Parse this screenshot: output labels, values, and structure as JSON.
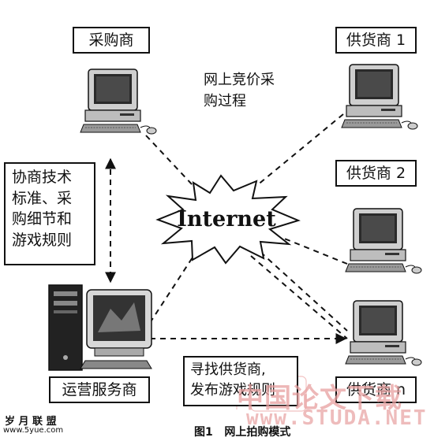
{
  "nodes": {
    "buyer": "采购商",
    "supplier1": "供货商 1",
    "supplier2": "供货商 2",
    "suppliern": "供货商 n",
    "operator": "运营服务商",
    "internet": "Internet"
  },
  "labels": {
    "auction_line1": "网上竞价采",
    "auction_line2": "购过程",
    "negotiate": [
      "协商技术",
      "标准、采",
      "购细节和",
      "游戏规则"
    ],
    "find": [
      "寻找供货商,",
      "发布游戏规则"
    ]
  },
  "caption": "图1   网上拍购模式",
  "watermarks": {
    "site_top": "岁 月 联 盟",
    "site_bottom": "www.5yue.com",
    "brand": "中国论文下载",
    "url": "www.STUDA.",
    "url_tail": "NET"
  },
  "colors": {
    "line": "#111111",
    "watermark_red": "#e8a0a0"
  }
}
